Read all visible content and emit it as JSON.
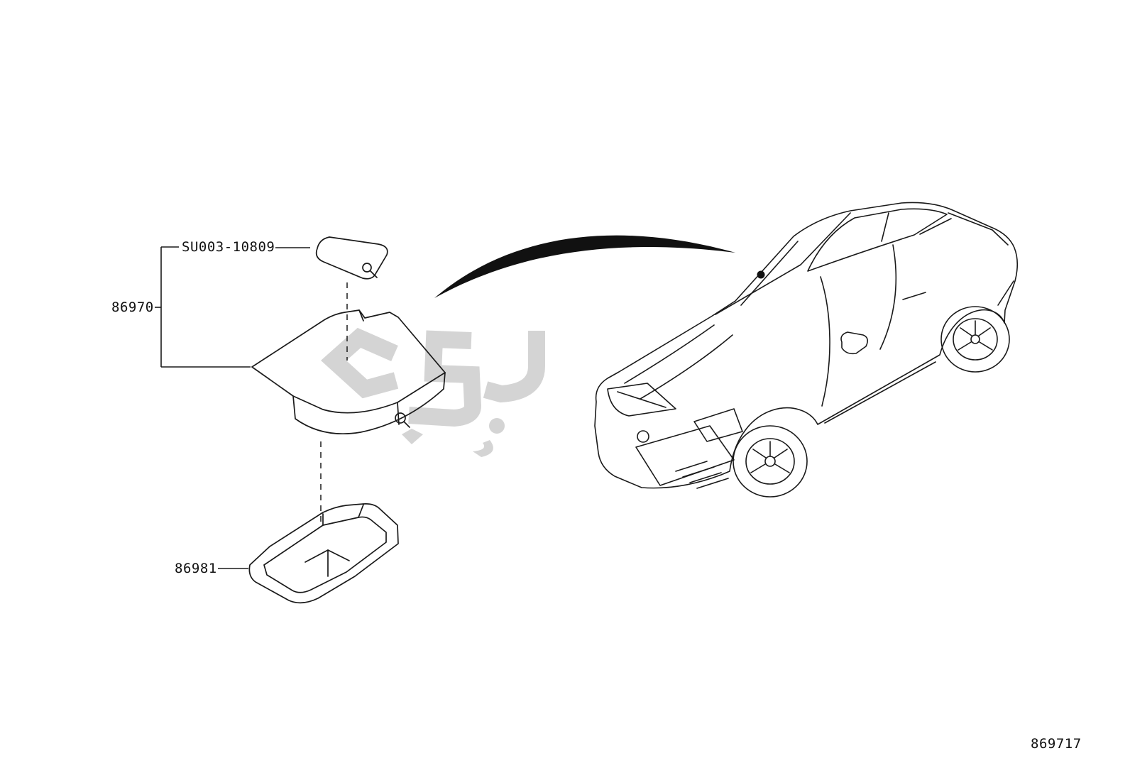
{
  "colors": {
    "line": "#1a1a1a",
    "watermark": "#d4d4d4",
    "background": "#ffffff"
  },
  "labels": {
    "callout_plate": "SU003-10809",
    "callout_assembly": "86970",
    "callout_lower_cover": "86981",
    "figure_number": "869717"
  }
}
